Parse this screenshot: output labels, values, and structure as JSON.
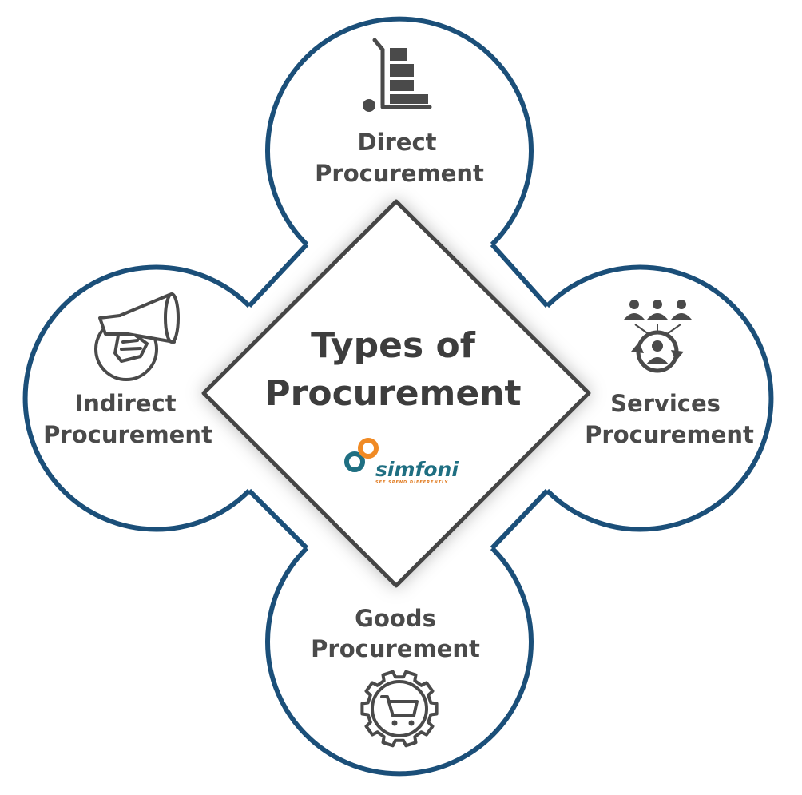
{
  "title": {
    "line1": "Types of",
    "line2": "Procurement"
  },
  "petals": {
    "top": {
      "line1": "Direct",
      "line2": "Procurement",
      "icon": "hand-truck-icon"
    },
    "left": {
      "line1": "Indirect",
      "line2": "Procurement",
      "icon": "megaphone-hand-icon"
    },
    "right": {
      "line1": "Services",
      "line2": "Procurement",
      "icon": "people-cycle-icon"
    },
    "bottom": {
      "line1": "Goods",
      "line2": "Procurement",
      "icon": "cart-gear-icon"
    }
  },
  "logo": {
    "word": "simfoni",
    "tagline": "SEE SPEND DIFFERENTLY"
  },
  "colors": {
    "outline": "#1b4f79",
    "diamond_border": "#444444",
    "text": "#4a4a4a",
    "icon": "#4a4a4a",
    "logo_teal": "#1f6f82",
    "logo_orange": "#f08a24"
  }
}
